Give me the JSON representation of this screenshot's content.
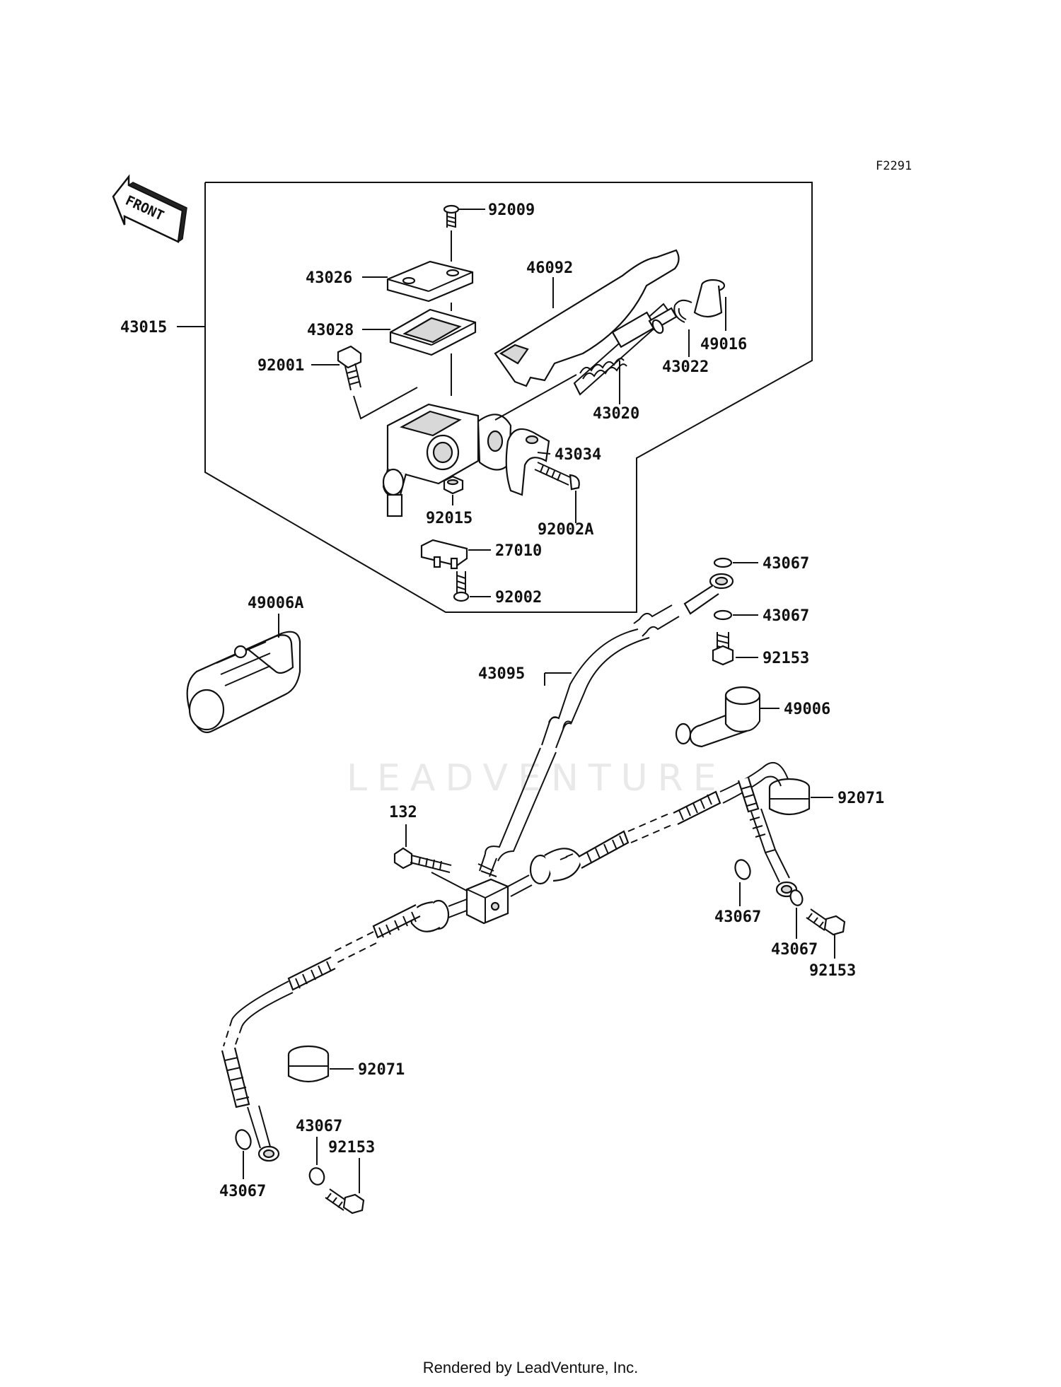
{
  "figure_code": "F2291",
  "front_label": "FRONT",
  "watermark": "LEADVENTURE",
  "footer": "Rendered by LeadVenture, Inc.",
  "callouts": {
    "c92009": "92009",
    "c43026": "43026",
    "c46092": "46092",
    "c43015": "43015",
    "c43028": "43028",
    "c49016": "49016",
    "c92001": "92001",
    "c43022": "43022",
    "c43020": "43020",
    "c43034": "43034",
    "c92015": "92015",
    "c92002A": "92002A",
    "c27010": "27010",
    "c92002": "92002",
    "c43067_a": "43067",
    "c43067_b": "43067",
    "c49006A": "49006A",
    "c92153_a": "92153",
    "c43095": "43095",
    "c49006": "49006",
    "c92071_a": "92071",
    "c132": "132",
    "c43067_c": "43067",
    "c43067_d": "43067",
    "c92153_b": "92153",
    "c92071_b": "92071",
    "c43067_e": "43067",
    "c92153_c": "92153",
    "c43067_f": "43067"
  }
}
